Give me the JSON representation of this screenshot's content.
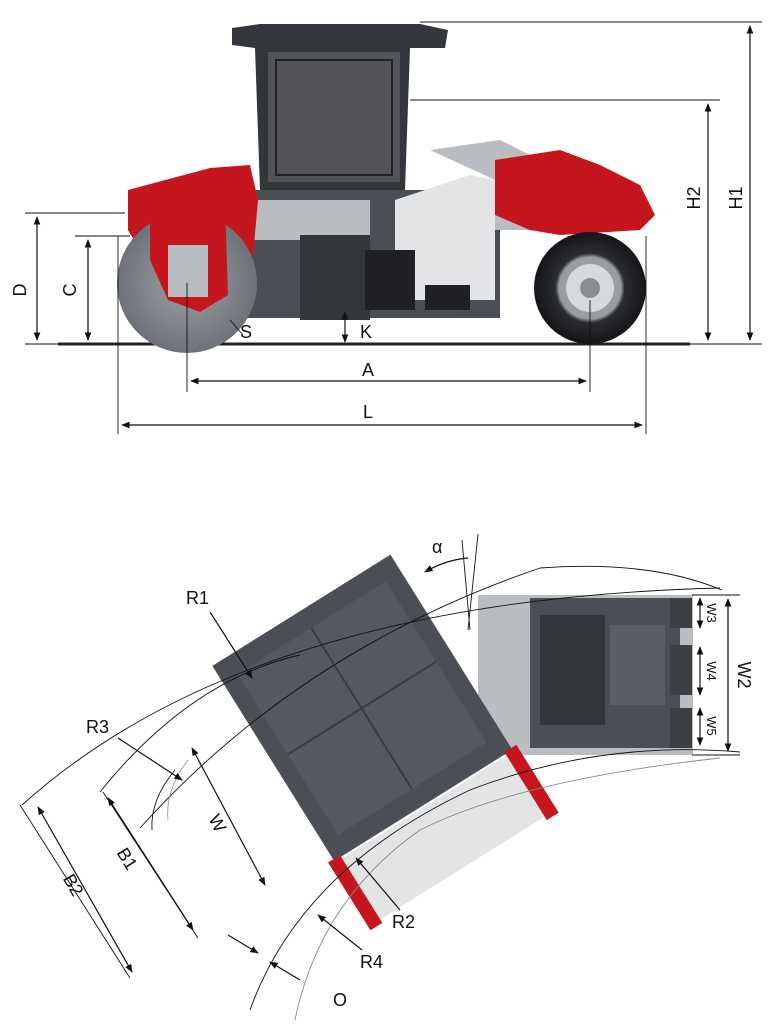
{
  "side_view": {
    "labels": {
      "H1": "H1",
      "H2": "H2",
      "D": "D",
      "C": "C",
      "S": "S",
      "K": "K",
      "A": "A",
      "L": "L"
    }
  },
  "top_view": {
    "labels": {
      "alpha": "α",
      "R1": "R1",
      "R2": "R2",
      "R3": "R3",
      "R4": "R4",
      "W": "W",
      "W2": "W2",
      "W3": "W3",
      "W4": "W4",
      "W5": "W5",
      "B1": "B1",
      "B2": "B2",
      "O": "O"
    }
  },
  "colors": {
    "machine_red": "#c4161c",
    "machine_dark": "#4b4e54",
    "machine_grey": "#b9bcc0"
  }
}
